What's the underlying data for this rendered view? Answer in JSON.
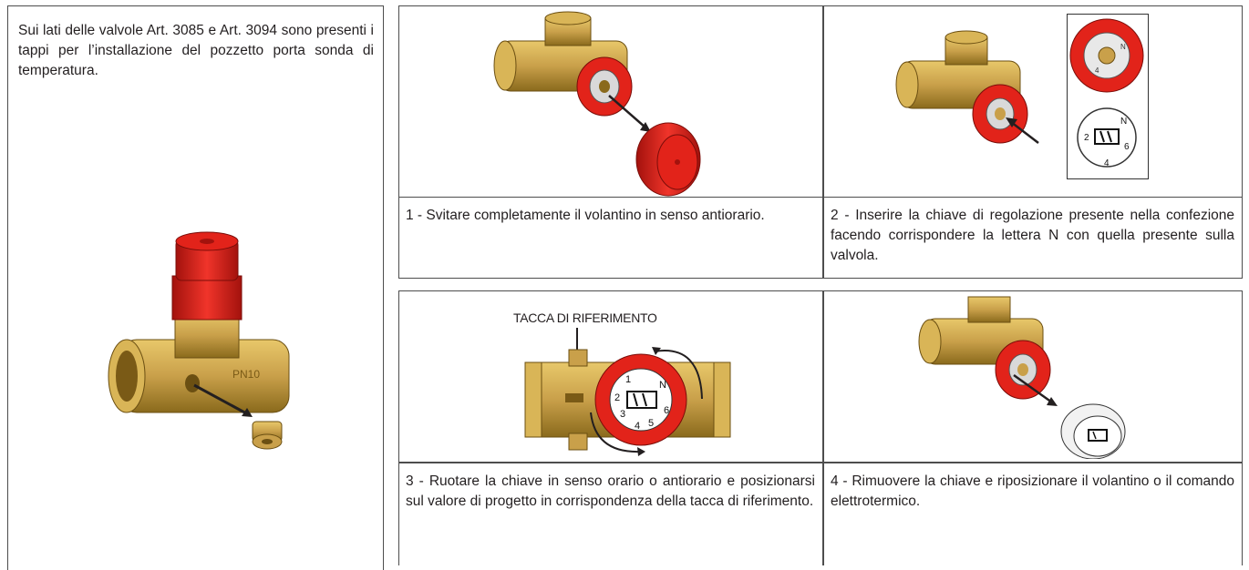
{
  "intro_text": "Sui lati delle valvole Art. 3085 e Art. 3094 sono presenti i tappi per l’installazione del pozzetto porta sonda di temperatura.",
  "steps": [
    {
      "caption": "1 - Svitare completamente il volantino in senso antiorario."
    },
    {
      "caption": "2 - Inserire la chiave di regolazione presente nella confezione facendo corrispondere la lettera N con quella presente sulla valvola."
    },
    {
      "caption": "3 - Ruotare la chiave in senso orario o antiorario e posizionarsi sul valore di progetto in corrispondenza della tacca di riferimento."
    },
    {
      "caption": "4 - Rimuovere la chiave e riposizionare il volantino o il comando elettrotermico."
    }
  ],
  "reference_notch_label": "TACCA DI RIFERIMENTO",
  "valve_marking": "PN10",
  "key_positions": [
    "1",
    "2",
    "3",
    "4",
    "5",
    "6",
    "N"
  ],
  "colors": {
    "brass": "#c9a64a",
    "brass_dark": "#8a6a1c",
    "red": "#e2231a",
    "red_dark": "#a3120d",
    "border": "#4d4d4d"
  }
}
